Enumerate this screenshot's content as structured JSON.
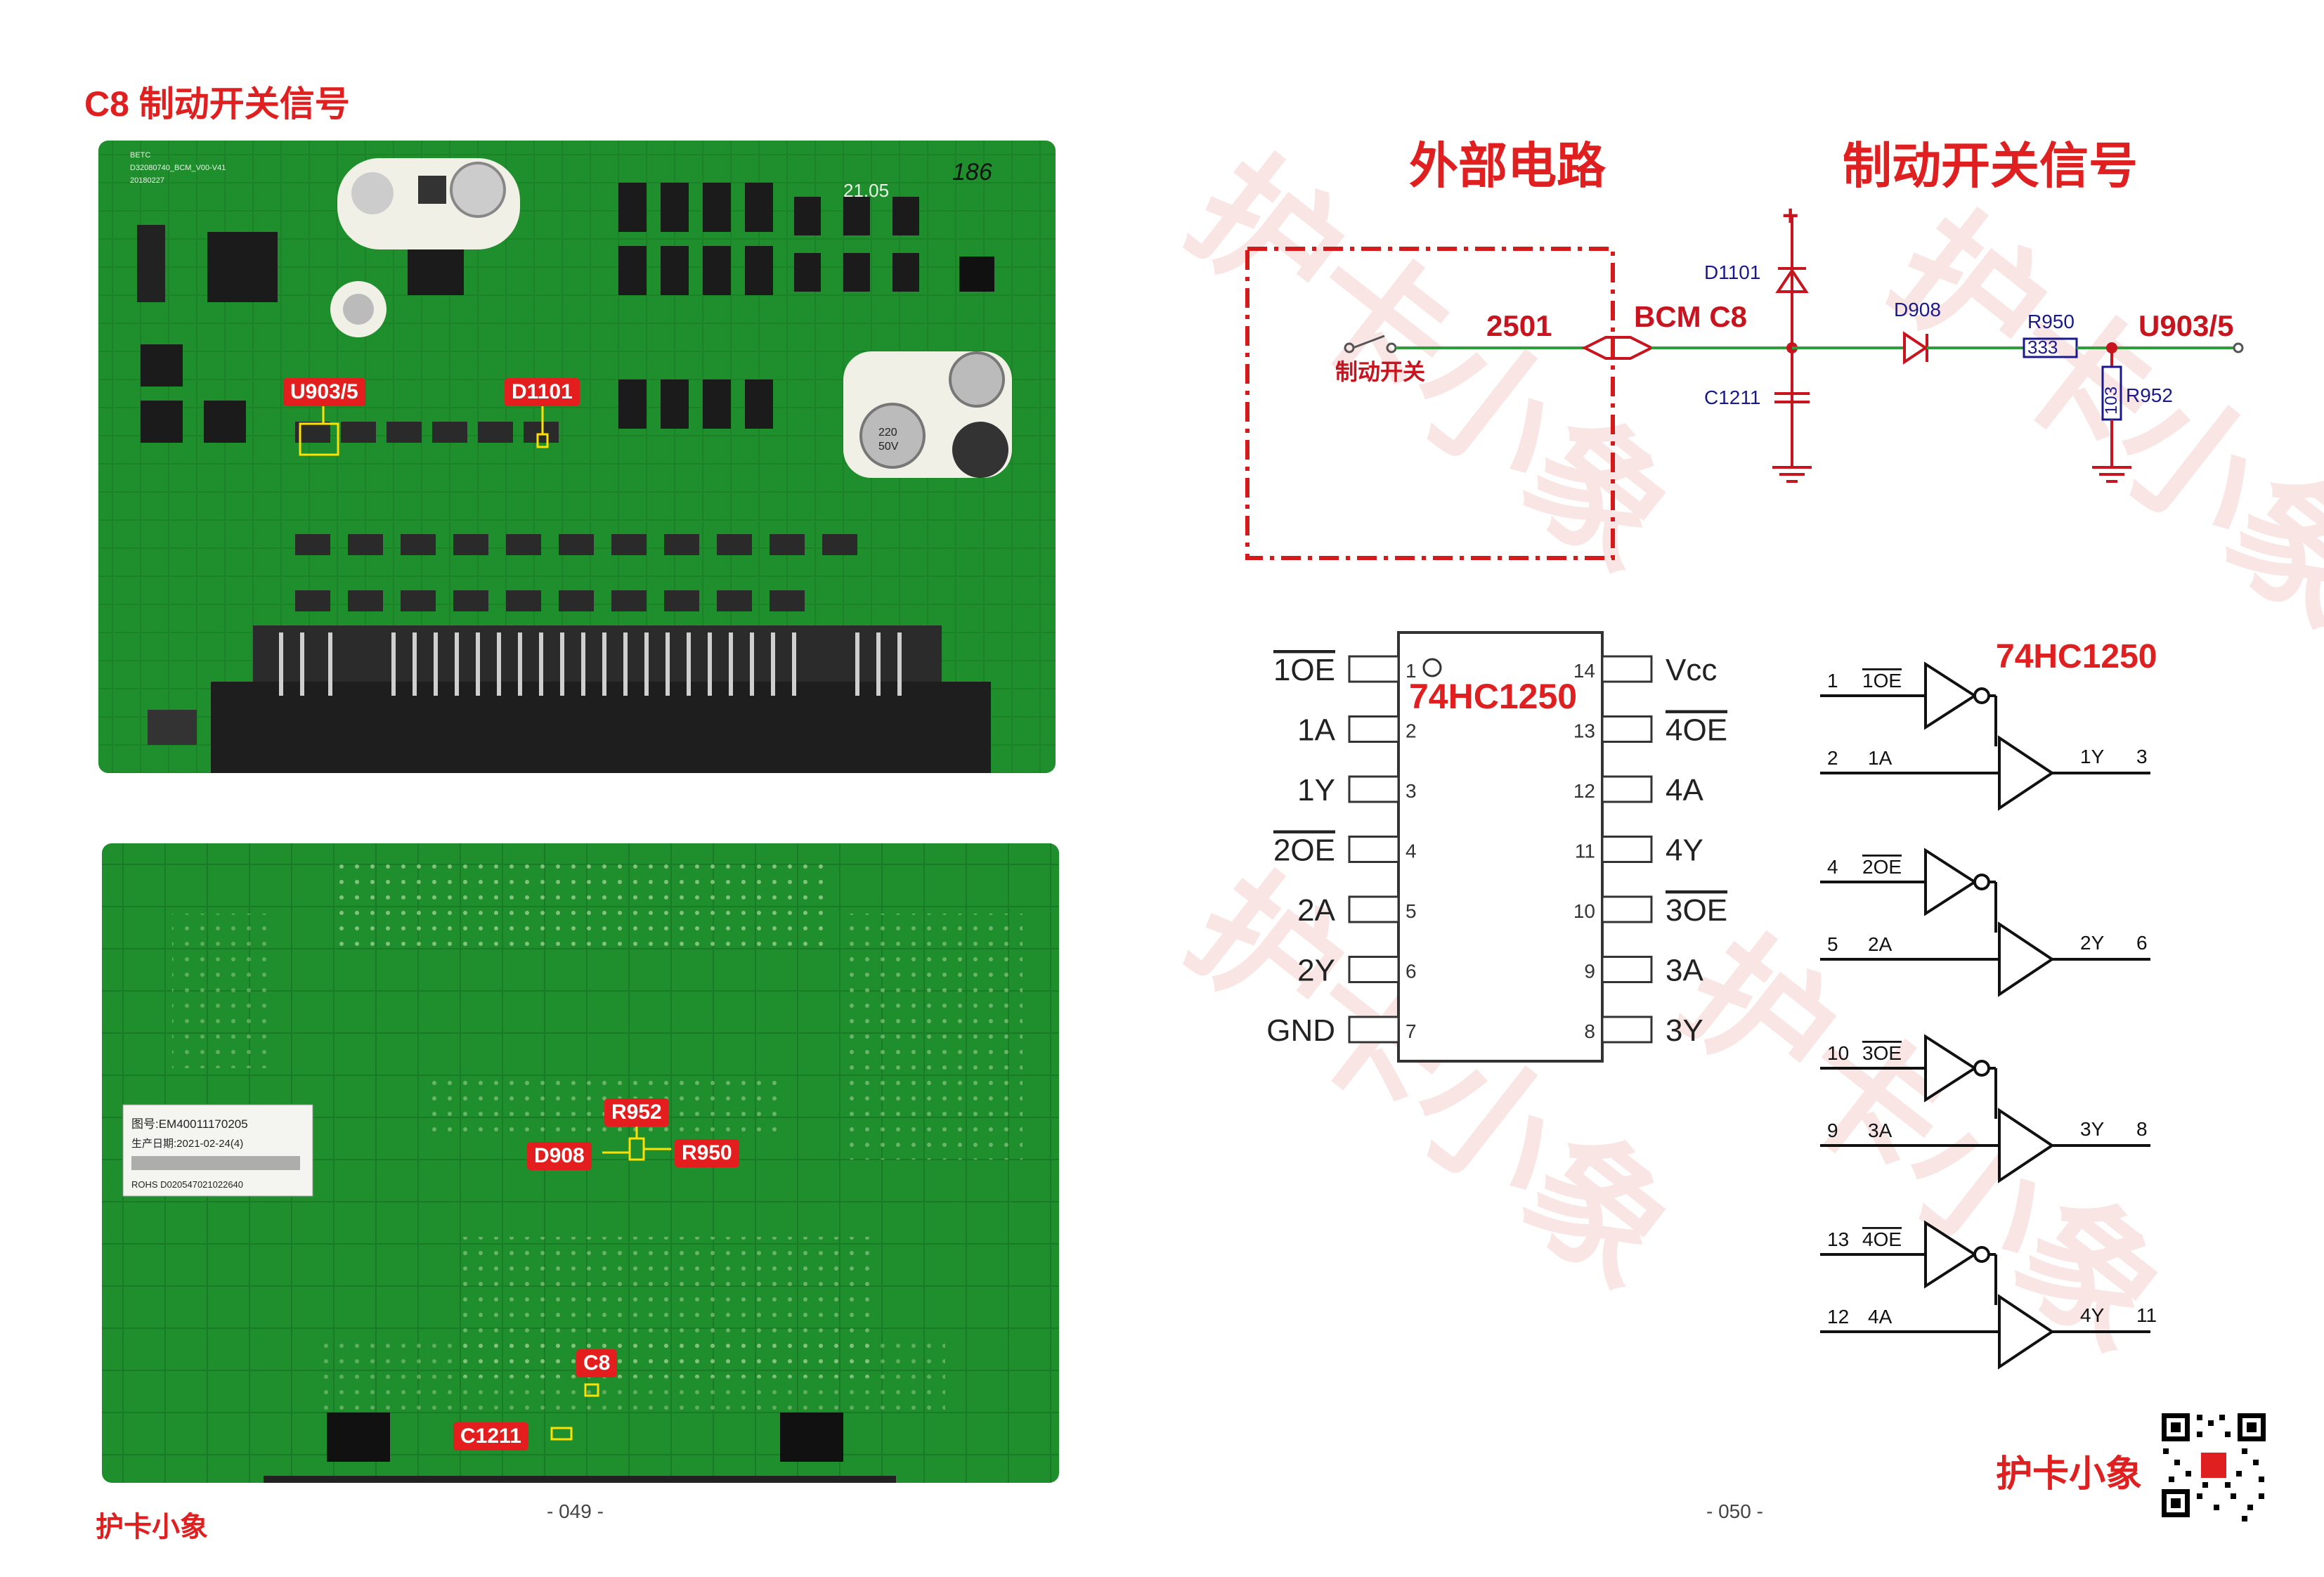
{
  "left_page": {
    "title": "C8 制动开关信号",
    "page_number": "- 049 -",
    "brand": "护卡小象",
    "top_board": {
      "silk_lines": [
        "BETC",
        "D32080740_BCM_V00-V41",
        "20180227"
      ],
      "handwritten": "186",
      "date_code": "21.05",
      "capacitor_marks": [
        "220",
        "50V"
      ],
      "labels": {
        "u903": "U903/5",
        "d1101": "D1101"
      }
    },
    "bottom_board": {
      "sticker_lines": [
        "图号:EM40011170205",
        "生产日期:2021-02-24(4)",
        "ROHS D020547021022640"
      ],
      "labels": {
        "r952": "R952",
        "d908": "D908",
        "r950": "R950",
        "c8": "C8",
        "c1211": "C1211"
      }
    }
  },
  "right_page": {
    "page_number": "- 050 -",
    "brand": "护卡小象",
    "schematic": {
      "heading_external": "外部电路",
      "heading_signal": "制动开关信号",
      "switch_label": "制动开关",
      "connector_pin": "2501",
      "connector_name": "BCM C8",
      "plus": "+",
      "d1101": "D1101",
      "c1211": "C1211",
      "d908": "D908",
      "r950": "R950",
      "r950_value": "333",
      "r952": "R952",
      "r952_value": "103",
      "output": "U903/5"
    },
    "pinout": {
      "chip": "74HC1250",
      "left_pins": [
        {
          "num": "1",
          "name": "1OE"
        },
        {
          "num": "2",
          "name": "1A"
        },
        {
          "num": "3",
          "name": "1Y"
        },
        {
          "num": "4",
          "name": "2OE"
        },
        {
          "num": "5",
          "name": "2A"
        },
        {
          "num": "6",
          "name": "2Y"
        },
        {
          "num": "7",
          "name": "GND"
        }
      ],
      "right_pins": [
        {
          "num": "14",
          "name": "Vcc"
        },
        {
          "num": "13",
          "name": "4OE"
        },
        {
          "num": "12",
          "name": "4A"
        },
        {
          "num": "11",
          "name": "4Y"
        },
        {
          "num": "10",
          "name": "3OE"
        },
        {
          "num": "9",
          "name": "3A"
        },
        {
          "num": "8",
          "name": "3Y"
        }
      ]
    },
    "logic": {
      "chip": "74HC1250",
      "gates": [
        {
          "oe_num": "1",
          "oe": "1OE",
          "a_num": "2",
          "a": "1A",
          "y": "1Y",
          "y_num": "3"
        },
        {
          "oe_num": "4",
          "oe": "2OE",
          "a_num": "5",
          "a": "2A",
          "y": "2Y",
          "y_num": "6"
        },
        {
          "oe_num": "10",
          "oe": "3OE",
          "a_num": "9",
          "a": "3A",
          "y": "3Y",
          "y_num": "8"
        },
        {
          "oe_num": "13",
          "oe": "4OE",
          "a_num": "12",
          "a": "4A",
          "y": "4Y",
          "y_num": "11"
        }
      ]
    }
  },
  "colors": {
    "accent": "#e02020",
    "pcb": "#1f8e2c",
    "wire": "#2e9e3a",
    "schematic_red": "#c8141e",
    "label_blue": "#1a1a8c"
  }
}
